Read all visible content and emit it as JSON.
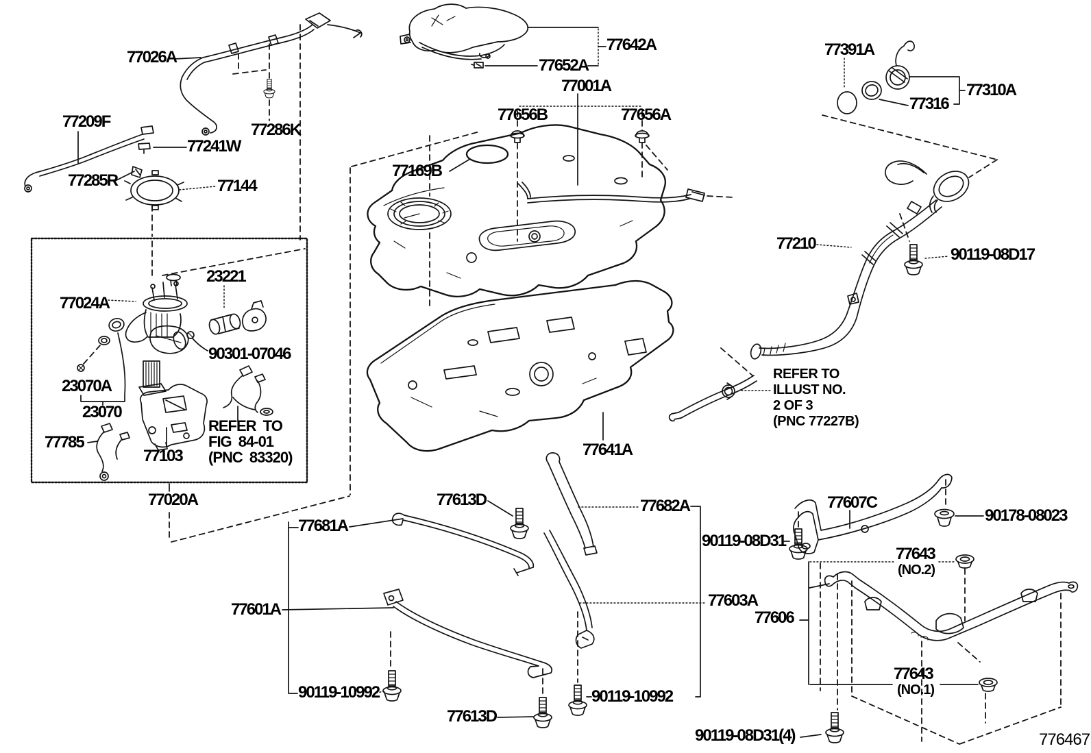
{
  "diagram_code": "776467",
  "parts": {
    "p77026a": "77026A",
    "p77209f": "77209F",
    "p77241w": "77241W",
    "p77286k": "77286K",
    "p77285r": "77285R",
    "p77144": "77144",
    "p77642a": "77642A",
    "p77652a": "77652A",
    "p77001a": "77001A",
    "p77656b": "77656B",
    "p77656a": "77656A",
    "p77169b": "77169B",
    "p77391a": "77391A",
    "p77310a": "77310A",
    "p77316": "77316",
    "p77210": "77210",
    "p90119_08d17": "90119-08D17",
    "p23221": "23221",
    "p77024a": "77024A",
    "p90301_07046": "90301-07046",
    "p23070a": "23070A",
    "p23070": "23070",
    "p77785": "77785",
    "p77103": "77103",
    "p77020a": "77020A",
    "p77641a": "77641A",
    "p77613d_top": "77613D",
    "p77682a": "77682A",
    "p77681a": "77681A",
    "p90119_08d31": "90119-08D31",
    "p77607c": "77607C",
    "p90178_08023": "90178-08023",
    "p77643_no2": "77643",
    "p77643_no2_sub": "(NO.2)",
    "p77601a": "77601A",
    "p77603a": "77603A",
    "p77606": "77606",
    "p90119_10992_left": "90119-10992",
    "p90119_10992_right": "90119-10992",
    "p77613d_bottom": "77613D",
    "p77643_no1": "77643",
    "p77643_no1_sub": "(NO.1)",
    "p90119_08d31_4": "90119-08D31(4)"
  },
  "notes": {
    "fig_ref": {
      "line1": "REFER TO",
      "line2": "FIG 84-01",
      "line3": "(PNC 83320)"
    },
    "illust_ref": {
      "line1": "REFER TO",
      "line2": "ILLUST NO.",
      "line3": "2 OF 3",
      "line4": "(PNC 77227B)"
    }
  }
}
